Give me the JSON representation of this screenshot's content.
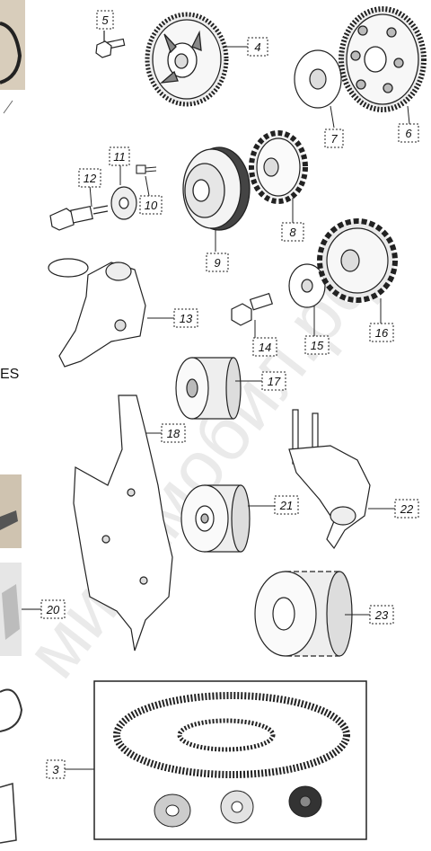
{
  "callouts": [
    {
      "id": "c5",
      "label": "5"
    },
    {
      "id": "c4",
      "label": "4"
    },
    {
      "id": "c7",
      "label": "7"
    },
    {
      "id": "c6",
      "label": "6"
    },
    {
      "id": "c11",
      "label": "11"
    },
    {
      "id": "c12",
      "label": "12"
    },
    {
      "id": "c10",
      "label": "10"
    },
    {
      "id": "c8",
      "label": "8"
    },
    {
      "id": "c9",
      "label": "9"
    },
    {
      "id": "c13",
      "label": "13"
    },
    {
      "id": "c14",
      "label": "14"
    },
    {
      "id": "c15",
      "label": "15"
    },
    {
      "id": "c16",
      "label": "16"
    },
    {
      "id": "c17",
      "label": "17"
    },
    {
      "id": "c18",
      "label": "18"
    },
    {
      "id": "c21",
      "label": "21"
    },
    {
      "id": "c22",
      "label": "22"
    },
    {
      "id": "c20",
      "label": "20"
    },
    {
      "id": "c23",
      "label": "23"
    },
    {
      "id": "c3",
      "label": "3"
    }
  ],
  "edge_text": "ES",
  "watermark": "минамобил.рф",
  "colors": {
    "line": "#1a1a1a",
    "watermark": "#d9d9d9",
    "photo": "#cfc3b0"
  }
}
